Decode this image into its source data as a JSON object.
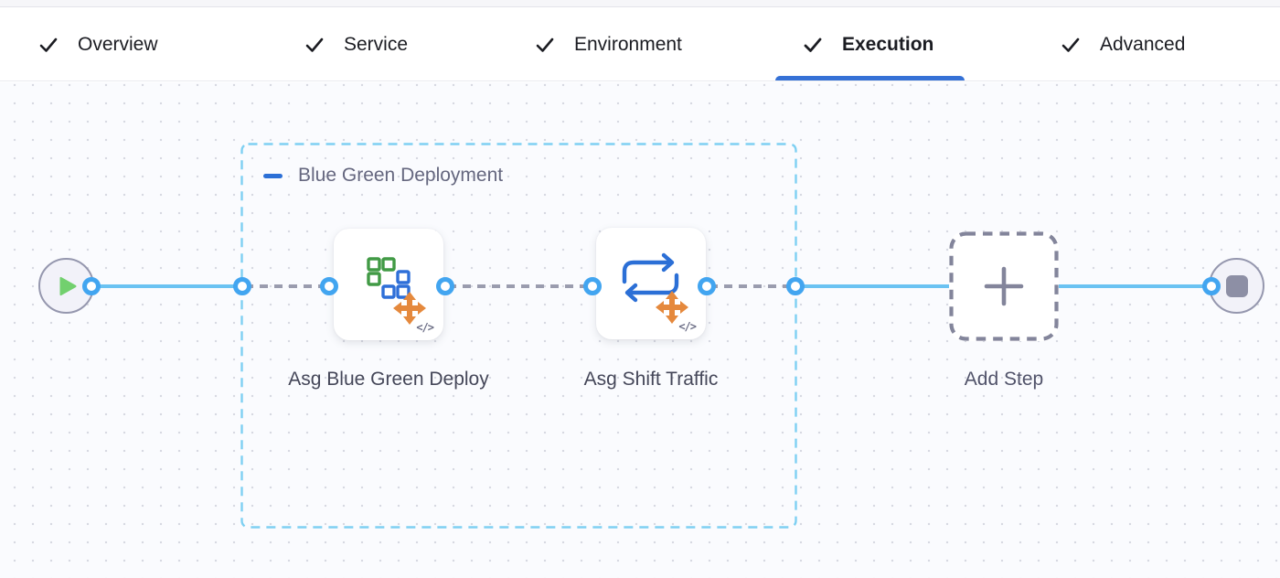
{
  "header": {
    "tabs": [
      {
        "label": "Overview",
        "completed": true,
        "active": false
      },
      {
        "label": "Service",
        "completed": true,
        "active": false
      },
      {
        "label": "Environment",
        "completed": true,
        "active": false
      },
      {
        "label": "Execution",
        "completed": true,
        "active": true
      },
      {
        "label": "Advanced",
        "completed": true,
        "active": false
      }
    ]
  },
  "pipeline": {
    "group": {
      "title": "Blue Green Deployment",
      "collapse_icon": "minus-icon"
    },
    "start_icon": "play-icon",
    "end_icon": "stop-icon",
    "steps": [
      {
        "name": "Asg Blue Green Deploy",
        "icon": "asg-blue-green-deploy-icon",
        "code_glyph": "</>"
      },
      {
        "name": "Asg Shift Traffic",
        "icon": "asg-shift-traffic-icon",
        "code_glyph": "</>"
      }
    ],
    "add_step": {
      "label": "Add Step",
      "icon": "plus-icon"
    }
  },
  "colors": {
    "active_tab_underline": "#3571d6",
    "connector_solid_blue": "#6ac2f2",
    "connector_dashed_gray": "#9a9cae",
    "port_ring_blue": "#42a5f0",
    "group_border_blue": "#7ed0f2",
    "icon_square_green": "#419a45",
    "icon_square_blue": "#2e6fd8",
    "icon_arrows_orange": "#e5893d",
    "play_green": "#72d06e",
    "stop_gray": "#8d8fa5",
    "canvas_background": "#fafbfe"
  }
}
